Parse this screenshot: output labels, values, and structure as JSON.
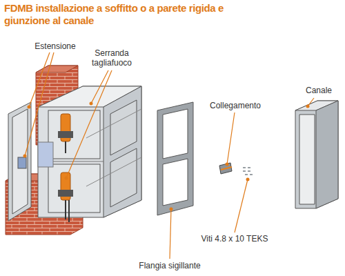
{
  "diagram": {
    "title": "FDMB installazione a soffitto o a parete rigida e giunzione al canale",
    "labels": [
      "Estensione",
      "Serranda tagliafuoco",
      "Collegamento",
      "Canale",
      "Viti 4.8 x 10 TEKS",
      "Flangia sigillante"
    ]
  }
}
